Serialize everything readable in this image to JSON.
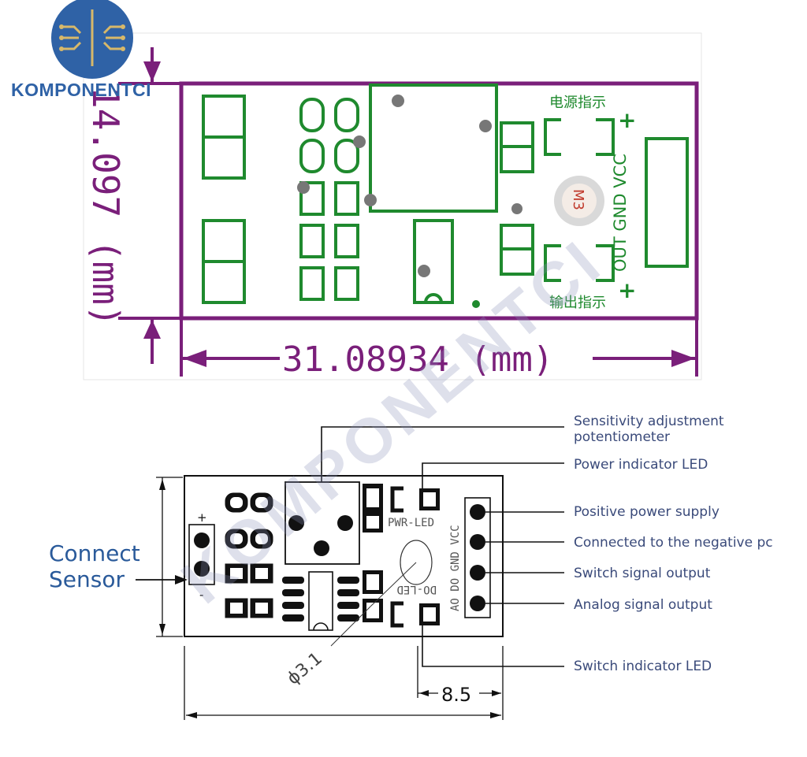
{
  "logo": {
    "brand_text": "KOMPONENTCI"
  },
  "top_diagram": {
    "height_dimension": "14.097 (mm)",
    "width_dimension": "31.08934 (mm)",
    "power_led_label": "电源指示",
    "output_led_label": "输出指示",
    "plus_top": "+",
    "plus_bottom": "+",
    "pin_labels": "OUT GND VCC",
    "mount_hole_label": "M3"
  },
  "bottom_diagram": {
    "connect_sensor_line1": "Connect",
    "connect_sensor_line2": "Sensor",
    "pwr_led_silk": "PWR-LED",
    "do_led_silk": "DO-LED",
    "pin_silk": "AO DO GND VCC",
    "plus_sign": "+",
    "minus_sign": "-",
    "hole_diameter": "ϕ3.1",
    "dim_8_5": "8.5",
    "callouts": [
      "Sensitivity adjustment",
      "potentiometer",
      "Power indicator LED",
      "Positive power supply",
      "Connected to the negative pc",
      "Switch signal output",
      "Analog signal output",
      "Switch indicator LED"
    ]
  },
  "watermark": "KOMPONENTCI",
  "colors": {
    "board_outline": "#7a1f7a",
    "footprint": "#1f8a2e",
    "callout_text": "#3a4a7a",
    "connect_text": "#2a5a9a"
  }
}
